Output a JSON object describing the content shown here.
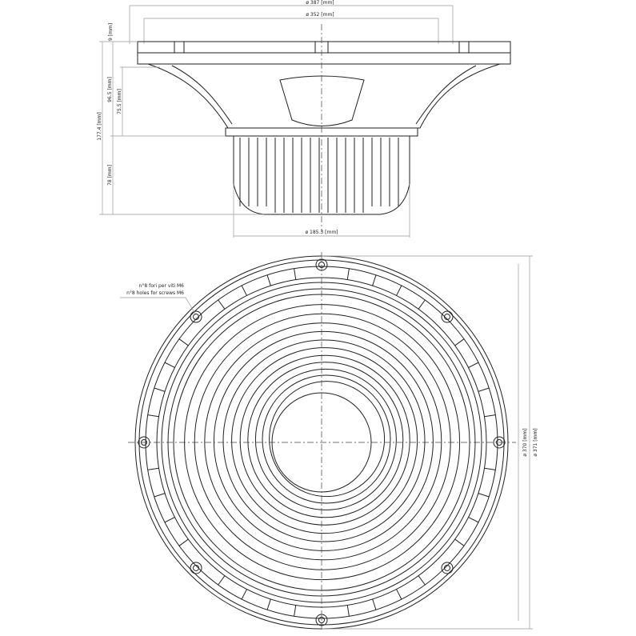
{
  "dimensions": {
    "outer_diameter": "ø 387 [mm]",
    "baffle_diameter": "ø 352 [mm]",
    "flange_height": "9 [mm]",
    "basket_height": "96.5 [mm]",
    "cone_depth": "75.5 [mm]",
    "total_depth": "177.4 [mm]",
    "magnet_depth": "78 [mm]",
    "magnet_diameter": "ø 185.3 [mm]",
    "bolt_circle_1": "ø 370 [mm]",
    "bolt_circle_2": "ø 371 [mm]"
  },
  "notes": {
    "holes_it": "n°8 fori per viti M6",
    "holes_en": "n°8 holes for screws M6"
  }
}
